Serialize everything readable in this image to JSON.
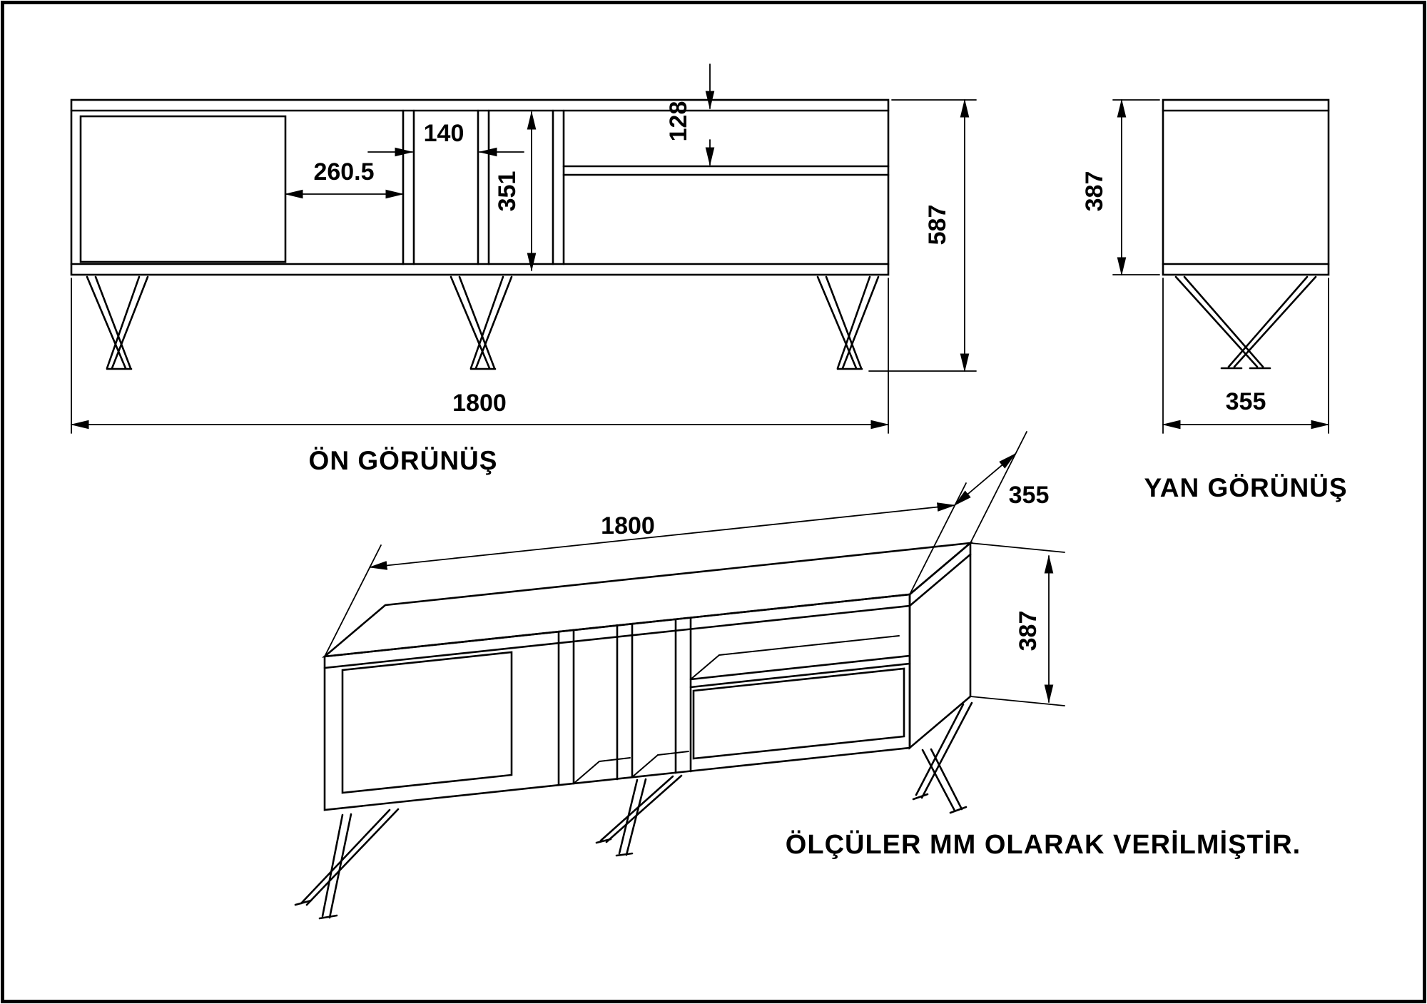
{
  "front_view": {
    "label": "ÖN GÖRÜNÜŞ",
    "dim_total_width": "1800",
    "dim_total_height": "587",
    "dim_left_opening_width": "260.5",
    "dim_divider_gap": "140",
    "dim_inner_height": "351",
    "dim_shelf_height": "128"
  },
  "side_view": {
    "label": "YAN GÖRÜNÜŞ",
    "dim_body_height": "387",
    "dim_depth": "355"
  },
  "iso_view": {
    "dim_length": "1800",
    "dim_depth": "355",
    "dim_body_height": "387"
  },
  "note": "ÖLÇÜLER MM OLARAK VERİLMİŞTİR.",
  "colors": {
    "line": "#000000",
    "background": "#ffffff"
  }
}
